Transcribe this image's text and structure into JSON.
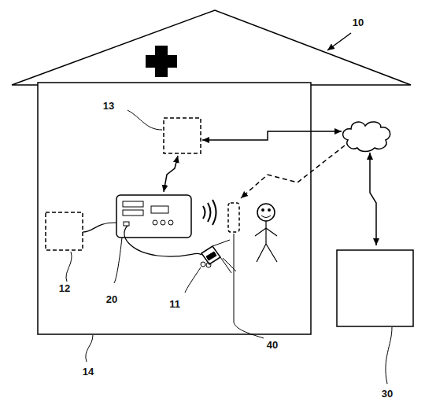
{
  "diagram": {
    "labels": [
      "10",
      "13",
      "12",
      "20",
      "11",
      "40",
      "14",
      "30"
    ]
  }
}
